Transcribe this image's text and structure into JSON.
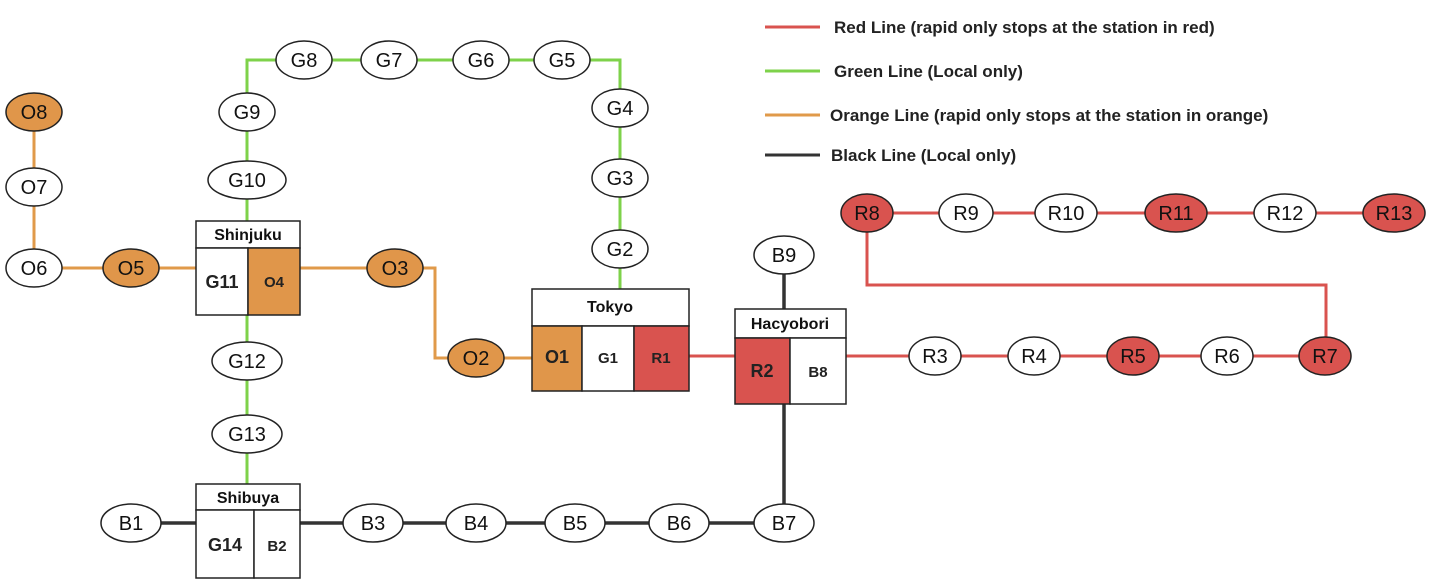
{
  "colors": {
    "red_line": "#d9534f",
    "green_line": "#7ed24a",
    "orange_line": "#e09a4a",
    "black_line": "#333333",
    "red_fill": "#d9534f",
    "orange_fill": "#e0964a",
    "plain_fill": "#ffffff",
    "stroke": "#222222"
  },
  "legend": {
    "red": "Red Line (rapid only stops at the station in red)",
    "green": "Green Line (Local only)",
    "orange": "Orange Line (rapid only stops at the station in orange)",
    "black": "Black Line  (Local only)"
  },
  "stations": {
    "O8": "O8",
    "O7": "O7",
    "O6": "O6",
    "O5": "O5",
    "O3": "O3",
    "O2": "O2",
    "G8": "G8",
    "G7": "G7",
    "G6": "G6",
    "G5": "G5",
    "G4": "G4",
    "G3": "G3",
    "G2": "G2",
    "G9": "G9",
    "G10": "G10",
    "G12": "G12",
    "G13": "G13",
    "B1": "B1",
    "B3": "B3",
    "B4": "B4",
    "B5": "B5",
    "B6": "B6",
    "B7": "B7",
    "B9": "B9",
    "R3": "R3",
    "R4": "R4",
    "R5": "R5",
    "R6": "R6",
    "R7": "R7",
    "R8": "R8",
    "R9": "R9",
    "R10": "R10",
    "R11": "R11",
    "R12": "R12",
    "R13": "R13"
  },
  "hubs": {
    "shinjuku": {
      "name": "Shinjuku",
      "cells": [
        "G11",
        "O4"
      ]
    },
    "tokyo": {
      "name": "Tokyo",
      "cells": [
        "O1",
        "G1",
        "R1"
      ]
    },
    "hacyobori": {
      "name": "Hacyobori",
      "cells": [
        "R2",
        "B8"
      ]
    },
    "shibuya": {
      "name": "Shibuya",
      "cells": [
        "G14",
        "B2"
      ]
    }
  }
}
